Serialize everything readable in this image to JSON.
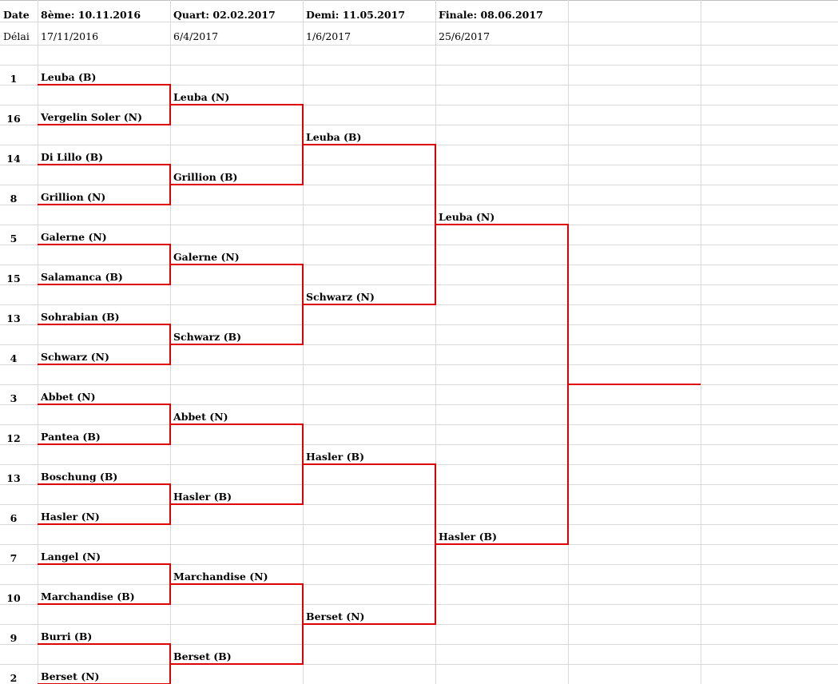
{
  "header": {
    "row1_label": "Date",
    "row2_label": "Délai",
    "columns": [
      {
        "title": "8ème: 10.11.2016",
        "deadline": "17/11/2016"
      },
      {
        "title": "Quart: 02.02.2017",
        "deadline": "6/4/2017"
      },
      {
        "title": "Demi: 11.05.2017",
        "deadline": "1/6/2017"
      },
      {
        "title": "Finale: 08.06.2017",
        "deadline": "25/6/2017"
      }
    ]
  },
  "round_of_16": [
    {
      "seed": "1",
      "player": "Leuba  (B)"
    },
    {
      "seed": "16",
      "player": "Vergelin Soler (N)"
    },
    {
      "seed": "14",
      "player": "Di Lillo (B)"
    },
    {
      "seed": "8",
      "player": "Grillion (N)"
    },
    {
      "seed": "5",
      "player": "Galerne (N)"
    },
    {
      "seed": "15",
      "player": "Salamanca (B)"
    },
    {
      "seed": "13",
      "player": "Sohrabian  (B)"
    },
    {
      "seed": "4",
      "player": "Schwarz  (N)"
    },
    {
      "seed": "3",
      "player": "Abbet (N)"
    },
    {
      "seed": "12",
      "player": "Pantea (B)"
    },
    {
      "seed": "13",
      "player": "Boschung (B)"
    },
    {
      "seed": "6",
      "player": "Hasler  (N)"
    },
    {
      "seed": "7",
      "player": "Langel (N)"
    },
    {
      "seed": "10",
      "player": "Marchandise (B)"
    },
    {
      "seed": "9",
      "player": "Burri (B)"
    },
    {
      "seed": "2",
      "player": "Berset (N)"
    }
  ],
  "quarter_finals": [
    "Leuba  (N)",
    "Grillion (B)",
    "Galerne (N)",
    "Schwarz  (B)",
    "Abbet (N)",
    "Hasler  (B)",
    "Marchandise (N)",
    "Berset (B)"
  ],
  "semi_finals": [
    "Leuba  (B)",
    "Schwarz  (N)",
    "Hasler (B)",
    "Berset (N)"
  ],
  "final": [
    "Leuba  (N)",
    "Hasler (B)"
  ],
  "champion": ""
}
